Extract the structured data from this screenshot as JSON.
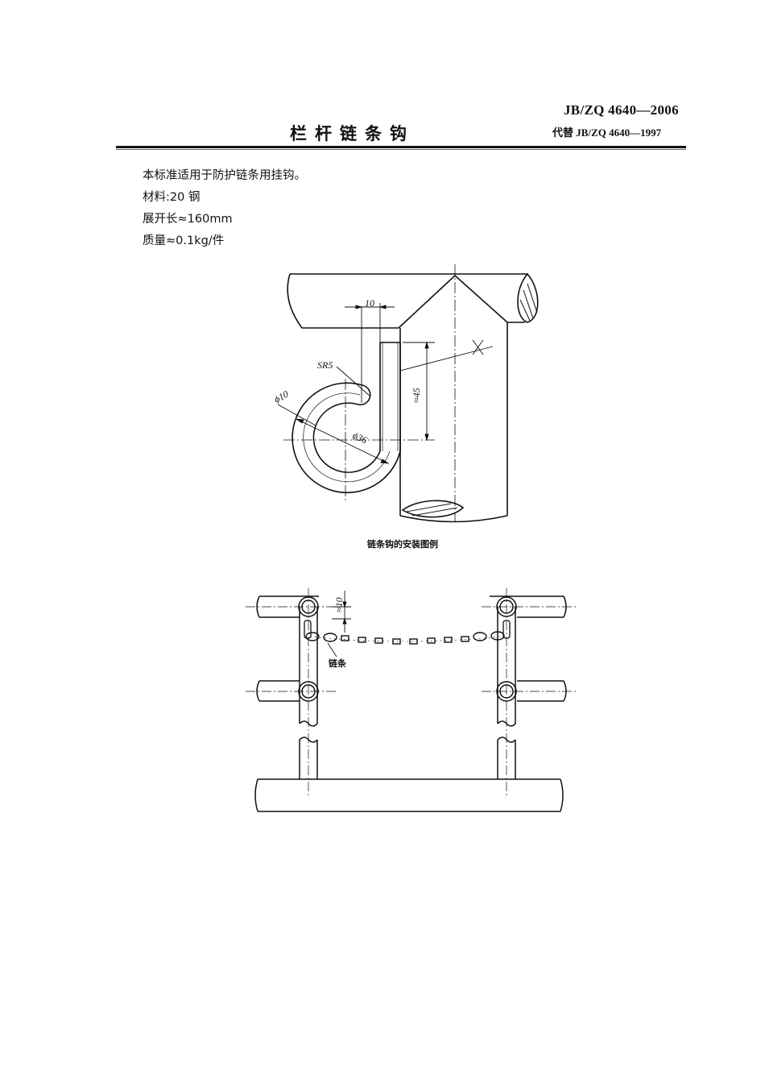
{
  "header": {
    "standard_number": "JB/ZQ 4640—2006",
    "replaces": "代替 JB/ZQ 4640—1997",
    "title": "栏杆链条钩"
  },
  "specs": [
    "本标准适用于防护链条用挂钩。",
    "材料:20 钢",
    "展开长≈160mm",
    "质量≈0.1kg/件"
  ],
  "figure1": {
    "dim_width": "10",
    "dim_radius": "SR5",
    "dim_wire_dia": "ϕ10",
    "dim_hook_dia": "ϕ36",
    "dim_height": "≈45",
    "caption": "链条钩的安装图例"
  },
  "figure2": {
    "dim_offset": "≈10",
    "chain_label": "链条"
  }
}
